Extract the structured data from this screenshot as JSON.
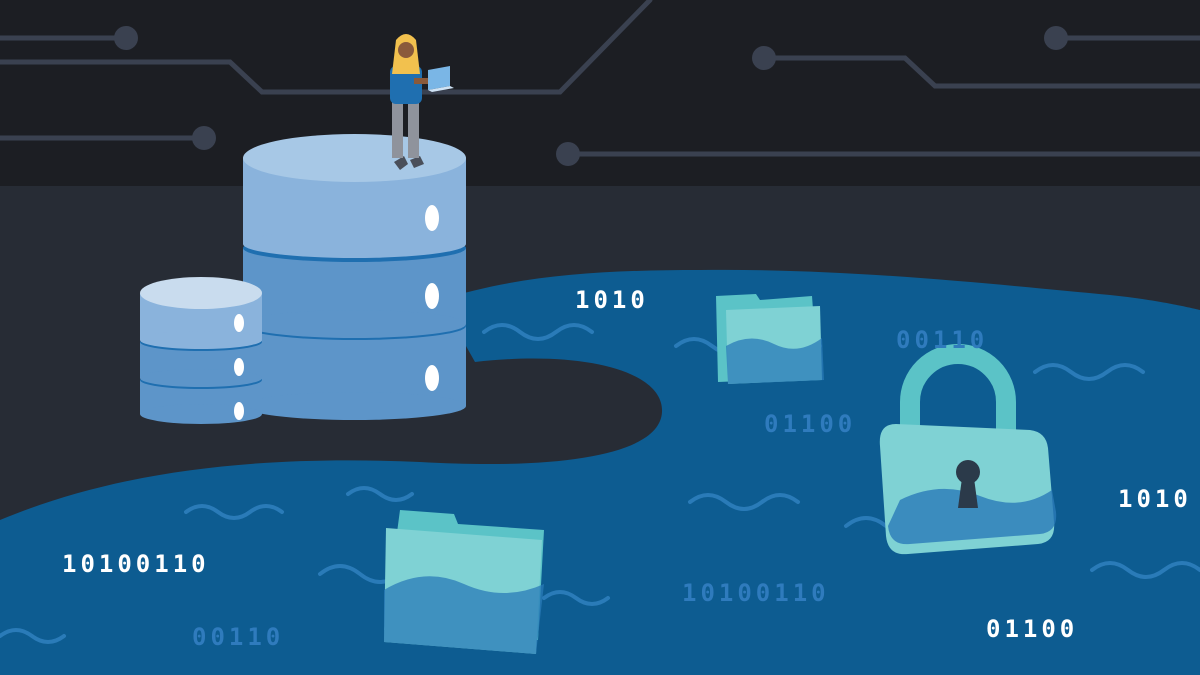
{
  "palette": {
    "sky": "#1c1e23",
    "ground": "#272c35",
    "water": "#0d5c91",
    "water_light": "#2a7bb8",
    "db_top": "#a7c8e6",
    "db_body": "#5d95c9",
    "db_band": "#1f6fb0",
    "teal": "#5bc3c7",
    "circuit": "#3a4150",
    "bright_text": "#ffffff",
    "dim_text": "#2f7bbd"
  },
  "icons": [
    "database-icon",
    "folder-icon",
    "padlock-icon",
    "person-with-laptop-icon",
    "circuit-node-icon",
    "wave-icon"
  ],
  "binary_labels": {
    "top_center": "1010",
    "right_edge": "1010",
    "bottom_left": "10100110",
    "bottom_right": "01100",
    "faint_right": "00110",
    "faint_mid": "01100",
    "faint_bottom_mid": "10100110",
    "faint_bottom_left": "00110"
  }
}
